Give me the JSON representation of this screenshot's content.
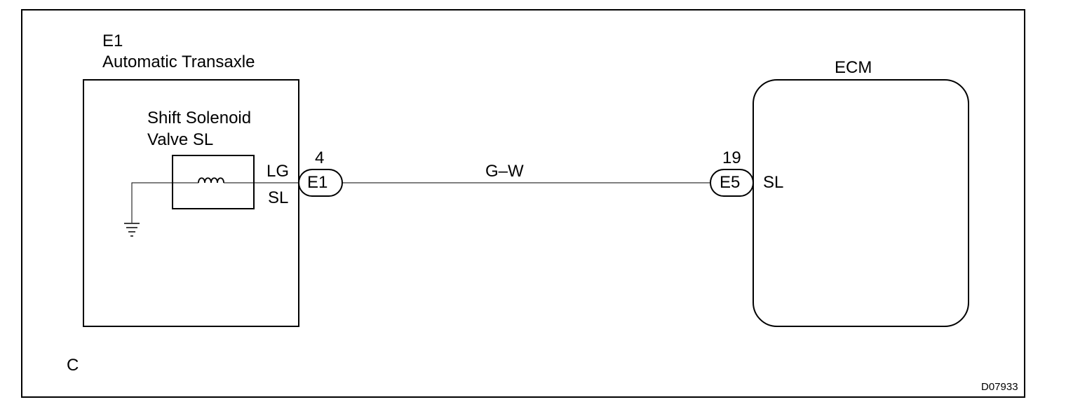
{
  "component_e1": {
    "code": "E1",
    "name": "Automatic Transaxle",
    "solenoid_line1": "Shift Solenoid",
    "solenoid_line2": "Valve SL",
    "wire_color_label": "LG",
    "terminal_label": "SL"
  },
  "connector_e1": {
    "pin": "4",
    "id": "E1"
  },
  "wire": {
    "color": "G–W"
  },
  "connector_e5": {
    "pin": "19",
    "id": "E5"
  },
  "ecm": {
    "name": "ECM",
    "terminal_label": "SL"
  },
  "section_letter": "C",
  "figure_id": "D07933"
}
